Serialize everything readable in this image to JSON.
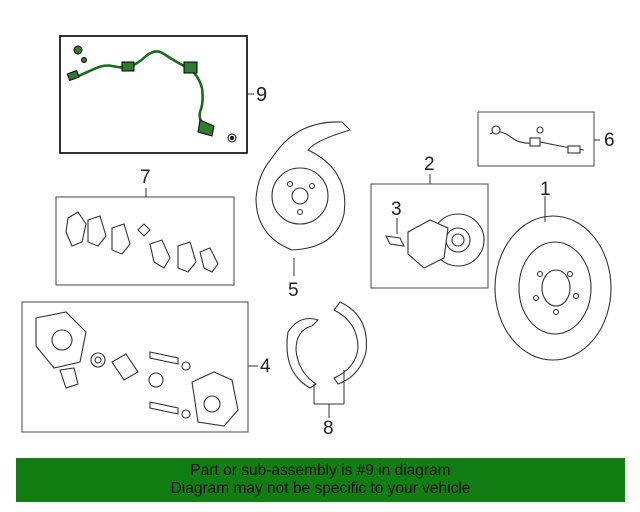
{
  "callouts": {
    "c1": "1",
    "c2": "2",
    "c3": "3",
    "c4": "4",
    "c5": "5",
    "c6": "6",
    "c7": "7",
    "c8": "8",
    "c9": "9"
  },
  "banner": {
    "line1": "Part or sub-assembly is #9 in diagram",
    "line2": "Diagram may not be specific to your vehicle"
  },
  "colors": {
    "highlight_part": "#1a6b1a",
    "banner_bg": "#127d12"
  }
}
